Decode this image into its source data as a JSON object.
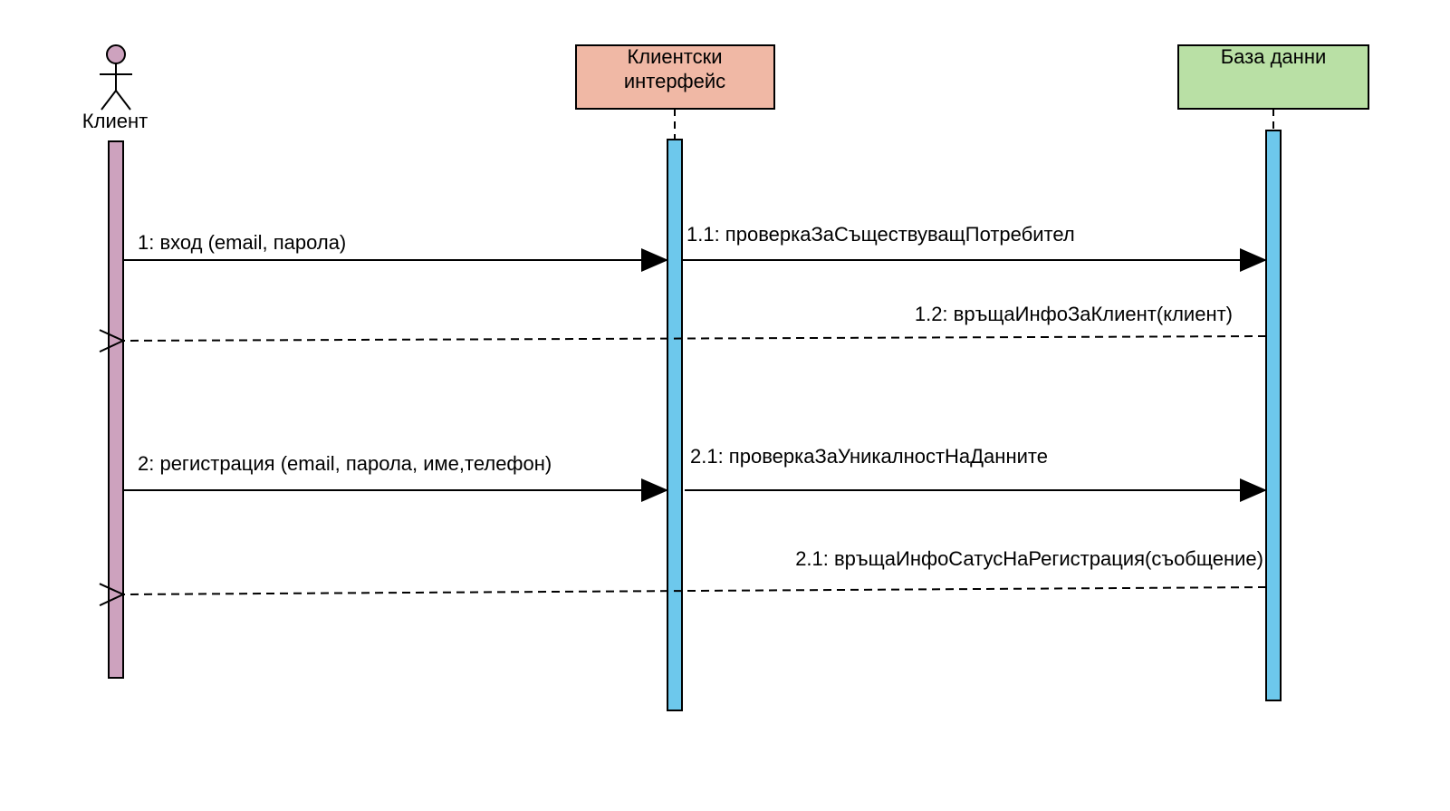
{
  "actors": {
    "client": {
      "label": "Клиент",
      "color": "#cda2be"
    },
    "ui": {
      "label_lines": [
        "Клиентски",
        "интерфейс"
      ],
      "color": "#f0b8a5"
    },
    "db": {
      "label": "База данни",
      "color": "#b9e0a5"
    }
  },
  "activation_color": "#6dc8ec",
  "messages": {
    "m1": "1: вход (email, парола)",
    "m11": "1.1: проверкаЗаСъществуващПотребител",
    "m12": "1.2: връщаИнфоЗаКлиент(клиент)",
    "m2": "2: регистрация (email, парола, име,телефон)",
    "m21": "2.1: проверкаЗаУникалностНаДанните",
    "m21r": "2.1: връщаИнфоСатусНаРегистрация(съобщение)"
  }
}
